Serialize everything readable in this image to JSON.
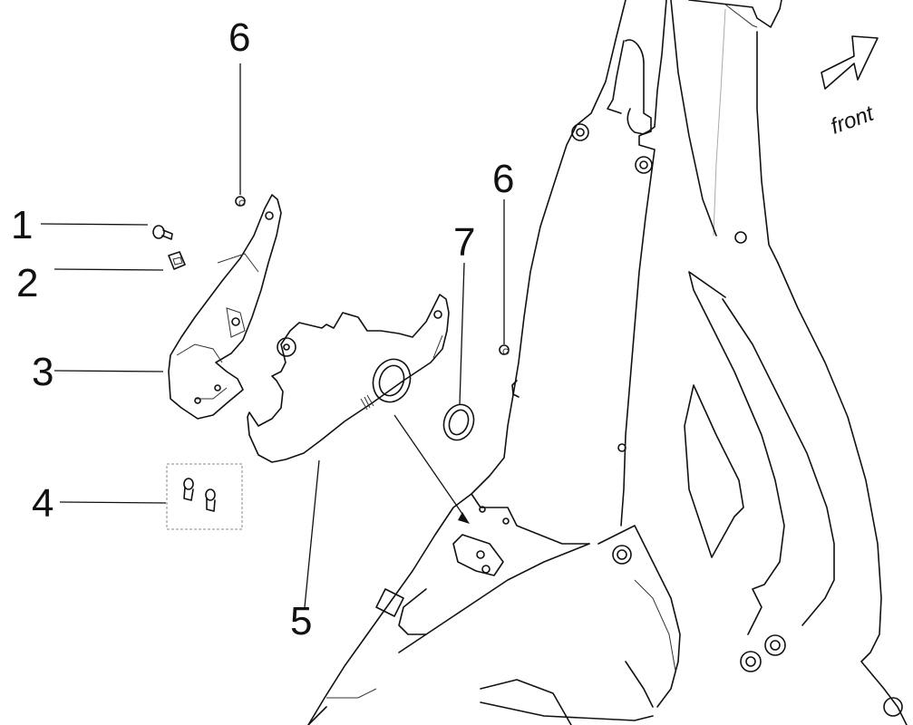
{
  "diagram": {
    "callouts": [
      {
        "id": "1",
        "label": "1"
      },
      {
        "id": "2",
        "label": "2"
      },
      {
        "id": "3",
        "label": "3"
      },
      {
        "id": "4",
        "label": "4"
      },
      {
        "id": "5",
        "label": "5"
      },
      {
        "id": "6a",
        "label": "6"
      },
      {
        "id": "6b",
        "label": "6"
      },
      {
        "id": "7",
        "label": "7"
      }
    ],
    "orientation": {
      "label": "front",
      "icon": "arrow-icon"
    },
    "colors": {
      "line": "#111111",
      "background": "#ffffff"
    }
  }
}
